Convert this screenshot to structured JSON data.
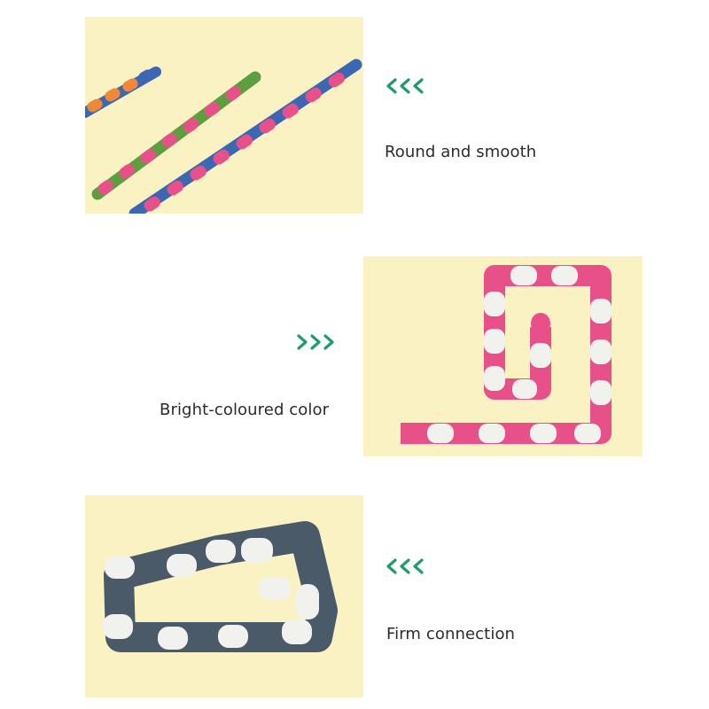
{
  "sections": [
    {
      "caption": "Round and smooth",
      "arrow": "chevron-left-triple-icon",
      "image": "multicolor-chain-links-photo"
    },
    {
      "caption": "Bright-coloured color",
      "arrow": "chevron-right-triple-icon",
      "image": "pink-white-spiral-chain-photo"
    },
    {
      "caption": "Firm connection",
      "arrow": "chevron-left-triple-icon",
      "image": "gray-white-chain-loop-photo"
    }
  ],
  "colors": {
    "panel_background": "#fbf2c3",
    "arrow_green": "#1f9c6a",
    "text": "#2b2b2b",
    "pink": "#e8508a",
    "blue": "#3c68b3",
    "green": "#5d9f3f",
    "orange": "#f0883a",
    "slate": "#4a5a68",
    "white_link": "#f1f1ee"
  }
}
